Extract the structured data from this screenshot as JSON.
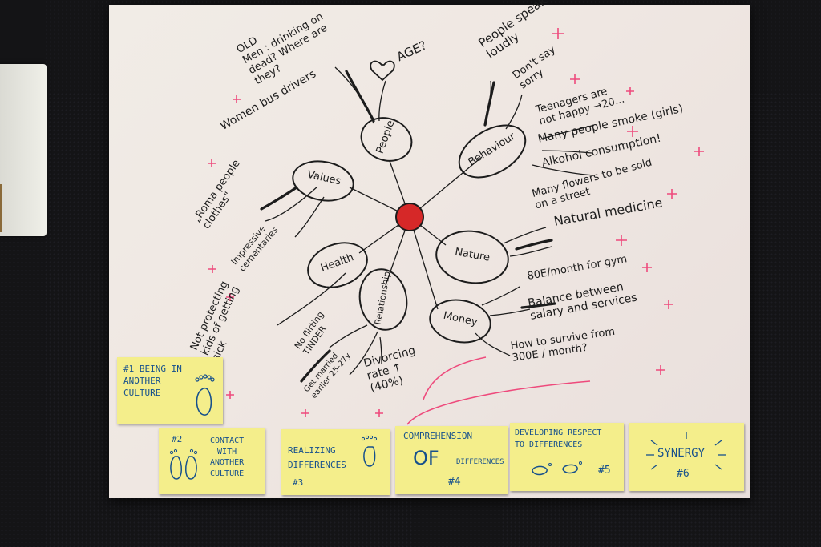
{
  "mindmap": {
    "nodes": {
      "people": "People",
      "values": "Values",
      "behaviour": "Behaviour",
      "health": "Health",
      "relationship": "Relationship",
      "nature": "Nature",
      "money": "Money"
    },
    "notes": {
      "old_men": "OLD\nMen : drinking on\ndead? Where are\nthey?",
      "women_bus": "Women bus drivers",
      "age": "AGE?",
      "people_speak": "People speak\nloudly",
      "dont_say": "Don't say\nsorry",
      "teenagers": "Teenagers are\nnot happy →20...",
      "smoke": "Many people smoke (girls)",
      "alcohol": "Alkohol consumption!",
      "roma": "„Roma people\nclothes\"",
      "impressive": "Impressive\ncementaries",
      "flowers": "Many flowers to be sold\non a street",
      "medicine": "Natural medicine",
      "gym": "80E/month for gym",
      "balance": "Balance between\nsalary and services",
      "survive": "How to survive from\n300E / month?",
      "not_protecting": "Not protecting\nkids of getting\nsick",
      "no_flirting": "No flirting\nTINDER",
      "married": "Get married\nearlier 25-27y",
      "divorcing": "Divorcing\nrate ↑\n(40%)"
    }
  },
  "stickies": {
    "s1": {
      "title": "#1 BEING IN\nANOTHER\nCULTURE"
    },
    "s2": {
      "number": "#2",
      "text": "CONTACT\nWITH\nANOTHER\nCULTURE"
    },
    "s3": {
      "text": "REALIZING\nDIFFERENCES",
      "number": "#3"
    },
    "s4": {
      "title": "COMPREHENSION",
      "big": "OF",
      "small": "DIFFERENCES",
      "number": "#4"
    },
    "s5": {
      "text": "DEVELOPING RESPECT\nTO DIFFERENCES",
      "number": "#5"
    },
    "s6": {
      "word": "SYNERGY",
      "number": "#6"
    }
  },
  "colors": {
    "poster": "#efe8e3",
    "ink": "#1c1c1c",
    "center_dot": "#d62828",
    "pink_marks": "#ee4a7c",
    "sticky": "#f4ee8b",
    "sticky_ink": "#16508c"
  }
}
